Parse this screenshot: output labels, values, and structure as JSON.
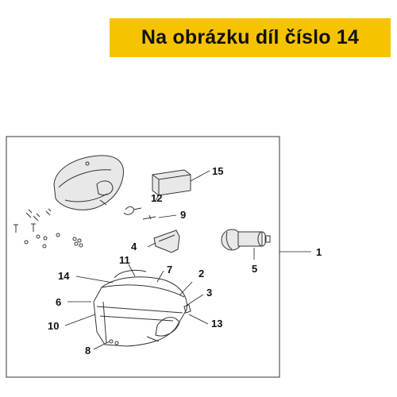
{
  "banner": {
    "text": "Na obrázku díl číslo 14",
    "background": "#f6c300"
  },
  "callouts": {
    "c1": "1",
    "c2": "2",
    "c3": "3",
    "c4": "4",
    "c5": "5",
    "c6": "6",
    "c7": "7",
    "c8": "8",
    "c9": "9",
    "c10": "10",
    "c11": "11",
    "c12": "12",
    "c13": "13",
    "c14": "14",
    "c15": "15"
  }
}
